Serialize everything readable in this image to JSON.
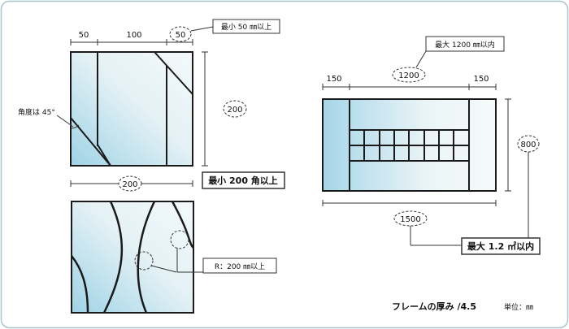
{
  "panel_a": {
    "dims": [
      "50",
      "100",
      "50",
      "200",
      "200"
    ],
    "angle_label": "角度は 45°",
    "min_width_note": "最小 50 ㎜以上",
    "min_size_note": "最小 200 角以上"
  },
  "panel_b": {
    "radius_note": "R：200 ㎜以上"
  },
  "panel_c": {
    "dims": [
      "150",
      "1200",
      "150",
      "800",
      "1500"
    ],
    "max_width_note": "最大 1200 ㎜以内",
    "max_area_note": "最大 1.2 ㎡以内"
  },
  "footer": {
    "frame_thickness": "フレームの厚み /4.5",
    "unit": "単位：㎜"
  },
  "colors": {
    "glass_light": "#eef6f8",
    "glass_blue": "#9fd3e6",
    "frame": "#1a1a1a",
    "border": "#a9c4cc"
  }
}
